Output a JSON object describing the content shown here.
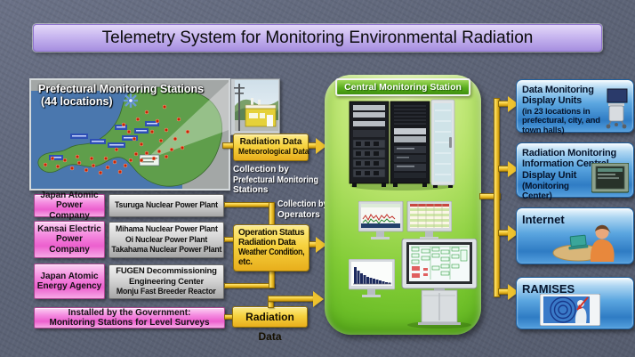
{
  "title": "Telemetry System for Monitoring Environmental Radiation",
  "map": {
    "title": "Prefectural Monitoring Stations",
    "subtitle": "(44 locations)"
  },
  "flow_prefectural": {
    "line1": "Radiation Data",
    "line2": "Meteorological Data",
    "caption_lines": [
      "Collection by",
      "Prefectural Monitoring",
      "Stations"
    ]
  },
  "flow_operators": {
    "caption_lines": [
      "Collection by",
      "Operators"
    ],
    "lines": [
      "Operation Status",
      "Radiation Data",
      "Weather Condition,",
      "etc."
    ]
  },
  "flow_government": {
    "label": "Radiation Data"
  },
  "operators": [
    {
      "name": "Japan Atomic Power Company",
      "f0": "Tsuruga Nuclear Power Plant"
    },
    {
      "name": "Kansai Electric Power Company",
      "f0": "Mihama Nuclear Power Plant",
      "f1": "Oi Nuclear Power Plant",
      "f2": "Takahama Nuclear Power Plant"
    },
    {
      "name": "Japan Atomic Energy Agency",
      "f0": "FUGEN Decommissioning Engineering Center",
      "f1": "Monju Fast Breeder Reactor"
    }
  ],
  "government": {
    "line1": "Installed by the Government:",
    "line2": "Monitoring Stations for Level Surveys"
  },
  "central": {
    "title": "Central Monitoring Station"
  },
  "outputs": [
    {
      "title": "Data Monitoring Display Units",
      "subtitle": "(in 23 locations in prefectural, city, and town halls)",
      "icon": "kiosk-display-icon"
    },
    {
      "title": "Radiation Monitoring Information Central Display Unit",
      "subtitle": "(Monitoring Center)",
      "icon": "crt-monitor-icon"
    },
    {
      "title": "Internet",
      "icon": "person-laptop-icon"
    },
    {
      "title": "RAMISES",
      "icon": "radiation-monitor-graphic-icon"
    }
  ],
  "colors": {
    "accent_gold": "#efc22c",
    "operator_pink": "#ec5fce",
    "facility_gray": "#d4d4d4",
    "output_blue": "#2f7cc4",
    "central_green": "#82cc36",
    "banner_purple": "#c6b4ef",
    "background_slate": "#5c6376"
  }
}
